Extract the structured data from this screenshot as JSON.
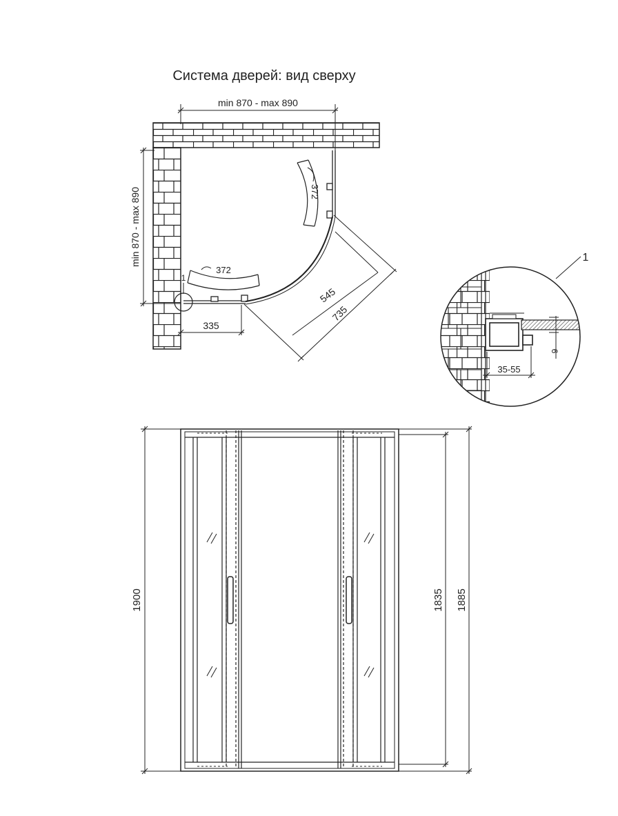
{
  "title": "Система дверей: вид сверху",
  "top_view": {
    "width_range": "min 870 - max 890",
    "depth_range": "min 870 - max 890",
    "radius_top": "372",
    "radius_bottom": "372",
    "dim_545": "545",
    "dim_735": "735",
    "dim_335": "335",
    "callout_small": "1"
  },
  "detail": {
    "callout": "1",
    "adjust_range": "35-55",
    "glass_thickness": "6"
  },
  "front_view": {
    "total_height": "1900",
    "door_height": "1835",
    "frame_height": "1885"
  },
  "colors": {
    "line": "#222222",
    "background": "#ffffff"
  }
}
